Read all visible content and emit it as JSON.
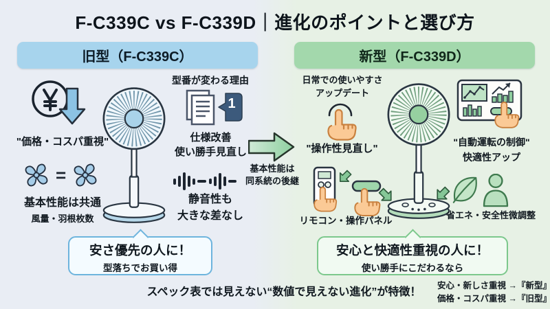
{
  "page": {
    "title": "F-C339C vs F-C339D｜進化のポイントと選び方"
  },
  "old_panel": {
    "header": "旧型（F-C339C）",
    "price_label": "\"価格・コスパ重視\"",
    "equals_sign": "=",
    "basic_title": "基本性能は共通",
    "basic_sub": "風量・羽根枚数",
    "callout_title": "安さ優先の人に！",
    "callout_sub": "型落ちでお買い得"
  },
  "middle": {
    "reason_title": "型番が変わる理由",
    "badge_number": "1",
    "improvement_line1": "仕様改善",
    "improvement_line2": "使い勝手見直し",
    "quiet_line1": "静音性も",
    "quiet_line2": "大きな差なし",
    "arrow_note_line1": "基本性能は",
    "arrow_note_line2": "同系統の後継"
  },
  "new_panel": {
    "header": "新型（F-C339D）",
    "usability_line1": "日常での使いやすさ",
    "usability_line2": "アップデート",
    "operability_label": "\"操作性見直し\"",
    "auto_label": "\"自動運転の制御\"",
    "comfort_label": "快適性アップ",
    "remote_label": "リモコン・操作パネル",
    "eco_label": "省エネ・安全性微調整",
    "callout_title": "安心と快適性重視の人に！",
    "callout_sub": "使い勝手にこだわるなら"
  },
  "footer": {
    "highlight": "スペック表では見えない“数値で見えない進化”が特徴！",
    "choice_line1": "安心・新しさ重視 →『新型』",
    "choice_line2": "価格・コスパ重視 →『旧型』"
  },
  "colors": {
    "old_bg": "#e9edf4",
    "new_bg": "#e7f1e5",
    "old_accent": "#a7d4ed",
    "new_accent": "#a3d8ac",
    "badge_navy": "#3c5a7c",
    "arrow_green": "#8fd0a0",
    "hand_skin": "#fbca96"
  }
}
